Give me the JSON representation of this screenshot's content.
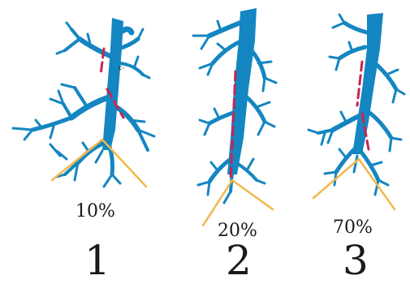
{
  "colors": {
    "vessel": "#1486C1",
    "marker": "#C8244F",
    "angle": "#F2B84B",
    "text": "#1a1a1a"
  },
  "panels": [
    {
      "number": "1",
      "percent": "10%",
      "annotation": "c-"
    },
    {
      "number": "2",
      "percent": "20%"
    },
    {
      "number": "3",
      "percent": "70%"
    }
  ]
}
